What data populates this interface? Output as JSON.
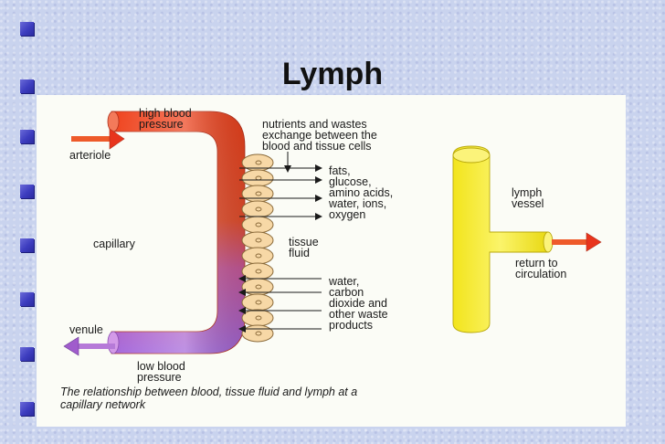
{
  "slide": {
    "title": "Lymph",
    "bullet_count": 8,
    "colors": {
      "bullet": "#3d3dbf",
      "background": "#c9d3ee",
      "blood_high": "#ee3a1e",
      "blood_low": "#b064d8",
      "lymph": "#f4ec2e"
    }
  },
  "diagram": {
    "labels": {
      "high_blood_pressure_1": "high blood",
      "high_blood_pressure_2": "pressure",
      "arteriole": "arteriole",
      "capillary": "capillary",
      "venule": "venule",
      "low_blood_pressure_1": "low blood",
      "low_blood_pressure_2": "pressure",
      "exchange_1": "nutrients and wastes",
      "exchange_2": "exchange between the",
      "exchange_3": "blood and tissue cells",
      "out_1": "fats,",
      "out_2": "glucose,",
      "out_3": "amino acids,",
      "out_4": "water, ions,",
      "out_5": "oxygen",
      "tissue_fluid_1": "tissue",
      "tissue_fluid_2": "fluid",
      "in_1": "water,",
      "in_2": "carbon",
      "in_3": "dioxide and",
      "in_4": "other waste",
      "in_5": "products",
      "lymph_vessel_1": "lymph",
      "lymph_vessel_2": "vessel",
      "return_1": "return to",
      "return_2": "circulation"
    },
    "caption_1": "The relationship between blood, tissue fluid and lymph at a",
    "caption_2": "capillary network"
  }
}
